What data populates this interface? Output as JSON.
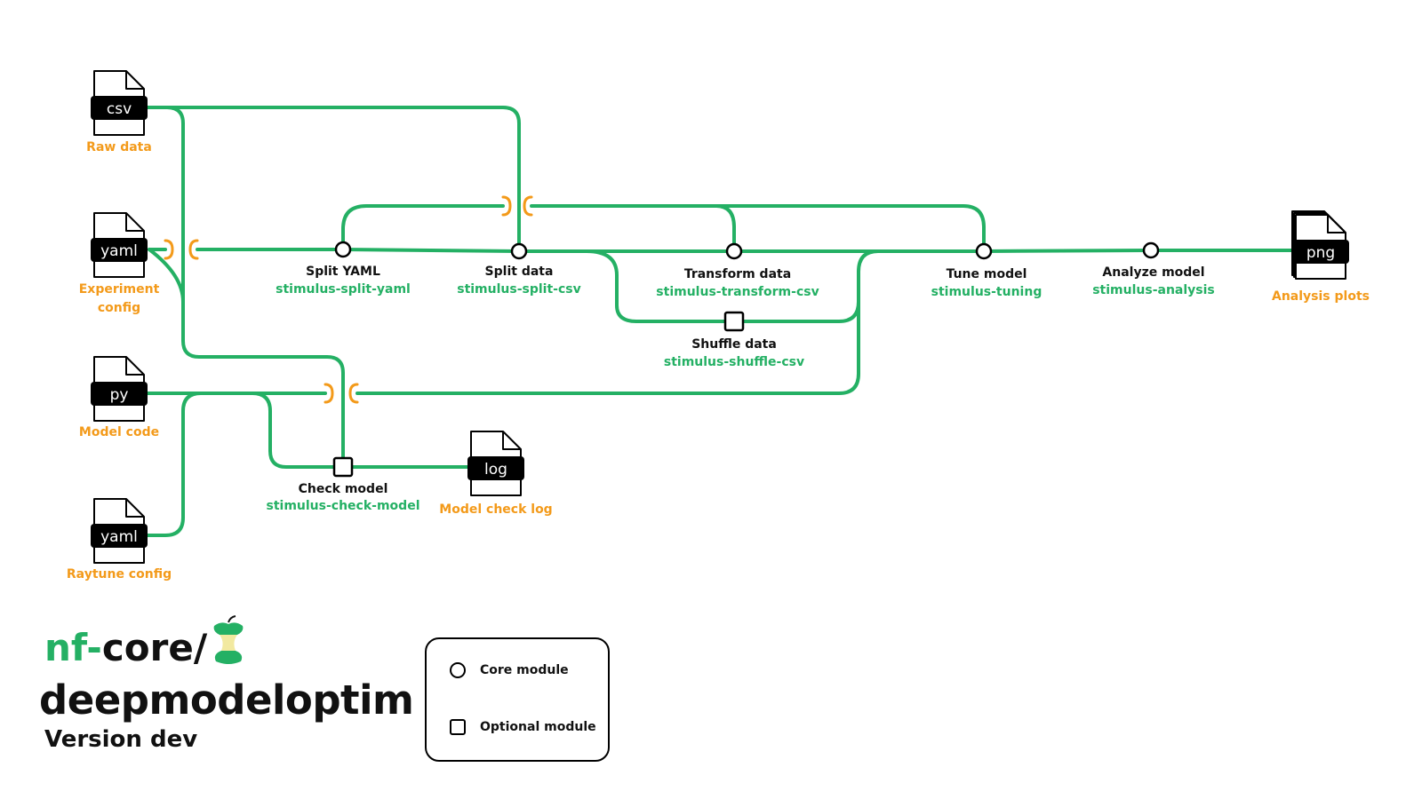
{
  "colors": {
    "line": "#24b064",
    "accent_orange": "#f39a1a",
    "module_text": "#24b064",
    "text_dark": "#111111"
  },
  "inputs": {
    "raw_data": {
      "ext": "csv",
      "label": "Raw data"
    },
    "experiment_config": {
      "ext": "yaml",
      "label_line1": "Experiment",
      "label_line2": "config"
    },
    "model_code": {
      "ext": "py",
      "label": "Model code"
    },
    "raytune_config": {
      "ext": "yaml",
      "label": "Raytune config"
    }
  },
  "outputs": {
    "model_check_log": {
      "ext": "log",
      "label": "Model check log"
    },
    "analysis_plots": {
      "ext": "png",
      "label": "Analysis plots"
    }
  },
  "steps": {
    "split_yaml": {
      "title": "Split YAML",
      "module": "stimulus-split-yaml",
      "kind": "core"
    },
    "split_data": {
      "title": "Split data",
      "module": "stimulus-split-csv",
      "kind": "core"
    },
    "transform_data": {
      "title": "Transform data",
      "module": "stimulus-transform-csv",
      "kind": "core"
    },
    "shuffle_data": {
      "title": "Shuffle data",
      "module": "stimulus-shuffle-csv",
      "kind": "optional"
    },
    "tune_model": {
      "title": "Tune model",
      "module": "stimulus-tuning",
      "kind": "core"
    },
    "analyze_model": {
      "title": "Analyze model",
      "module": "stimulus-analysis",
      "kind": "core"
    },
    "check_model": {
      "title": "Check model",
      "module": "stimulus-check-model",
      "kind": "optional"
    }
  },
  "brand": {
    "prefix": "nf-",
    "core": "core/",
    "pipeline": "deepmodeloptim",
    "version": "Version dev",
    "logo_icon": "apple-core-icon"
  },
  "legend": {
    "core_label": "Core module",
    "optional_label": "Optional module"
  }
}
